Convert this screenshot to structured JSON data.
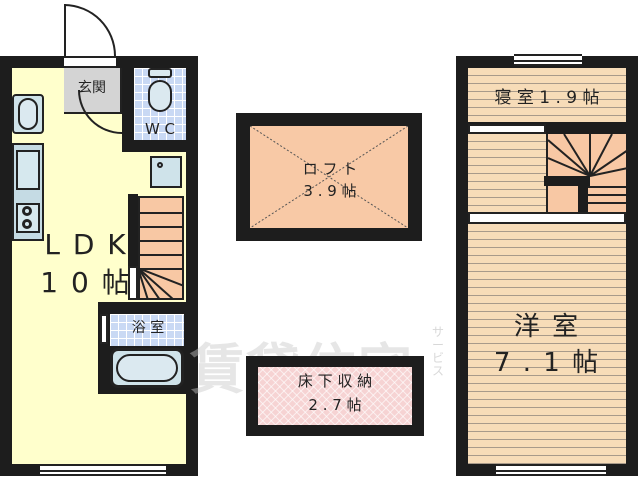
{
  "unit_left": {
    "entrance_label": "玄関",
    "wc_label": "W C",
    "ldk_label": "L D K",
    "ldk_size": "1 0 帖",
    "bath_label": "浴 室"
  },
  "loft": {
    "label": "ロ フ ト",
    "size": "3 . 9 帖"
  },
  "underfloor_storage": {
    "label": "床 下 収 納",
    "size": "2 . 7 帖"
  },
  "unit_right": {
    "bedroom_label": "寝 室 1 . 9 帖",
    "western_room_label": "洋 室",
    "western_room_size": "7 . 1 帖"
  },
  "watermark": {
    "main": "賃貸住宅",
    "sub": "サービス"
  },
  "colors": {
    "ldk_floor": "#ffffcc",
    "entrance": "#d4d4d4",
    "tile": "#c9d9f4",
    "stairs": "#f8c8a4",
    "loft": "#f8c9a6",
    "storage": "#f6d3d3",
    "wood_floor": "#f7dcb8",
    "wall": "#1d1d1d"
  }
}
